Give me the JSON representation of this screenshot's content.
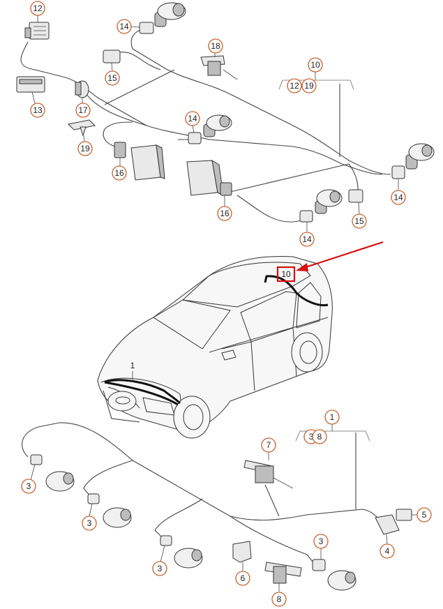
{
  "callouts": {
    "c12": "12",
    "c14a": "14",
    "c18": "18",
    "c10": "10",
    "c12b": "12",
    "c19b": "19",
    "c15a": "15",
    "c13": "13",
    "c17": "17",
    "c14b": "14",
    "c19": "19",
    "c16a": "16",
    "c16b": "16",
    "c14c": "14",
    "c15b": "15",
    "c14d": "14",
    "c10car": "10",
    "c1car": "1",
    "c1": "1",
    "c3b": "3",
    "c8b": "8",
    "c7": "7",
    "c5": "5",
    "c4": "4",
    "c3a": "3",
    "c3c": "3",
    "c3d": "3",
    "c3e": "3",
    "c6": "6",
    "c8": "8"
  },
  "colors": {
    "callout_ring": "#c7602b",
    "highlight": "#d61010"
  }
}
